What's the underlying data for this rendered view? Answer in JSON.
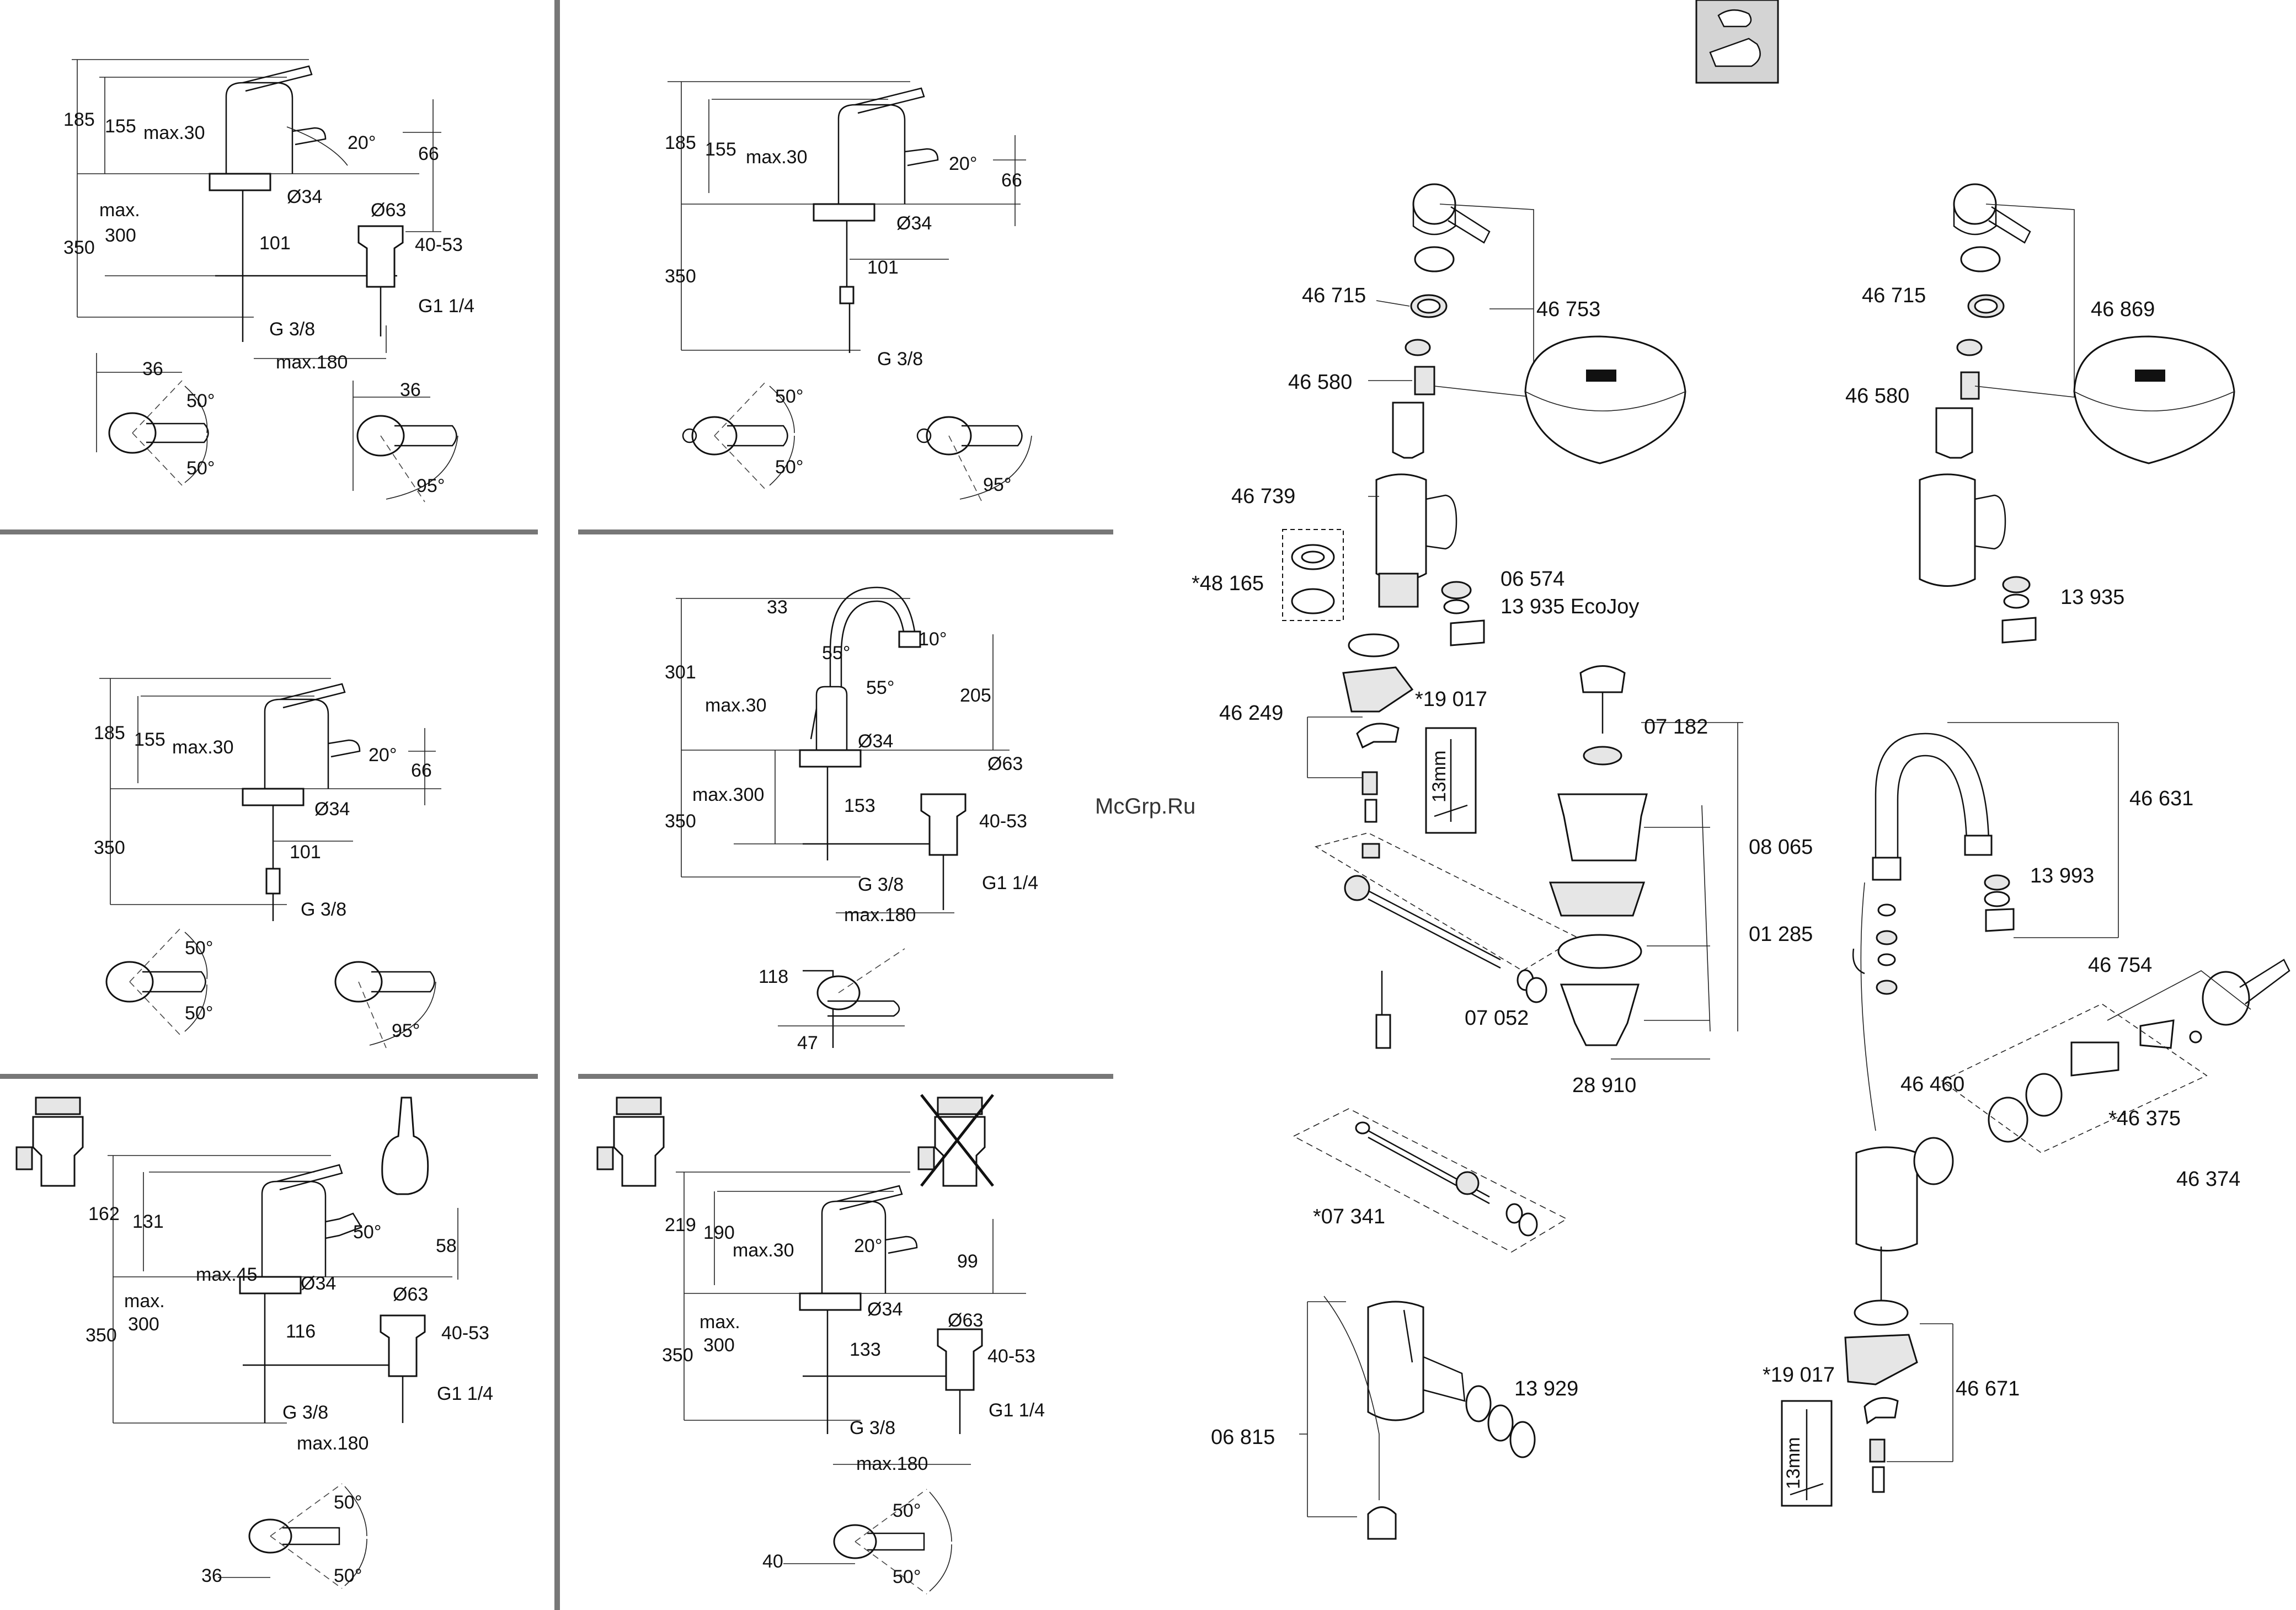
{
  "watermark": "McGrp.Ru",
  "panels": {
    "p1": {
      "d185": "185",
      "d155": "155",
      "max30": "max.30",
      "a20": "20°",
      "d66": "66",
      "max": "max.",
      "d300": "300",
      "o34": "Ø34",
      "o63": "Ø63",
      "d350": "350",
      "d101": "101",
      "d4053": "40-53",
      "g38": "G 3/8",
      "g114": "G1 1/4",
      "max180": "max.180",
      "d36a": "36",
      "d36b": "36",
      "a50a": "50°",
      "a50b": "50°",
      "a95": "95°"
    },
    "p2": {
      "d185": "185",
      "d155": "155",
      "max30": "max.30",
      "a20": "20°",
      "d66": "66",
      "o34": "Ø34",
      "d350": "350",
      "d101": "101",
      "g38": "G 3/8",
      "a50a": "50°",
      "a50b": "50°",
      "a95": "95°"
    },
    "p3": {
      "d185": "185",
      "d155": "155",
      "max30": "max.30",
      "a20": "20°",
      "d66": "66",
      "o34": "Ø34",
      "d350": "350",
      "d101": "101",
      "g38": "G 3/8",
      "a50a": "50°",
      "a50b": "50°",
      "a95": "95°"
    },
    "p4": {
      "d33": "33",
      "a10": "10°",
      "a55a": "55°",
      "a55b": "55°",
      "d301": "301",
      "d205": "205",
      "max30": "max.30",
      "o34": "Ø34",
      "o63": "Ø63",
      "max300": "max.300",
      "d153": "153",
      "d350": "350",
      "d4053": "40-53",
      "g38": "G 3/8",
      "g114": "G1 1/4",
      "max180": "max.180",
      "d118": "118",
      "d47": "47"
    },
    "p5": {
      "d162": "162",
      "d131": "131",
      "a50": "50°",
      "d58": "58",
      "max45": "max.45",
      "o34": "Ø34",
      "o63": "Ø63",
      "max": "max.",
      "d300": "300",
      "d116": "116",
      "d350": "350",
      "d4053": "40-53",
      "g38": "G 3/8",
      "g114": "G1 1/4",
      "max180": "max.180",
      "a50a": "50°",
      "a50b": "50°",
      "d36": "36"
    },
    "p6": {
      "d219": "219",
      "d190": "190",
      "max30": "max.30",
      "a20": "20°",
      "d99": "99",
      "o34": "Ø34",
      "o63": "Ø63",
      "max": "max.",
      "d300": "300",
      "d133": "133",
      "d350": "350",
      "d4053": "40-53",
      "g38": "G 3/8",
      "g114": "G1 1/4",
      "max180": "max.180",
      "a50a": "50°",
      "a50b": "50°",
      "d40": "40"
    }
  },
  "parts": {
    "p46715a": "46 715",
    "p46753": "46 753",
    "p46580a": "46 580",
    "p46739": "46 739",
    "p48165": "*48 165",
    "p06574": "06 574",
    "p13935a": "13 935  EcoJoy",
    "p46249": "46 249",
    "p19017a": "*19 017",
    "p07182": "07 182",
    "p07052": "07 052",
    "p28910": "28 910",
    "p07341": "*07 341",
    "p06815": "06 815",
    "p13929": "13 929",
    "p46715b": "46 715",
    "p46869": "46 869",
    "p46580b": "46 580",
    "p13935b": "13 935",
    "p46631": "46 631",
    "p08065": "08 065",
    "p13993": "13 993",
    "p01285": "01 285",
    "p46754": "46 754",
    "p46460": "46 460",
    "p46375": "*46 375",
    "p46374": "46 374",
    "p19017b": "*19 017",
    "p46671": "46 671",
    "mm13a": "13mm",
    "mm13b": "13mm"
  }
}
